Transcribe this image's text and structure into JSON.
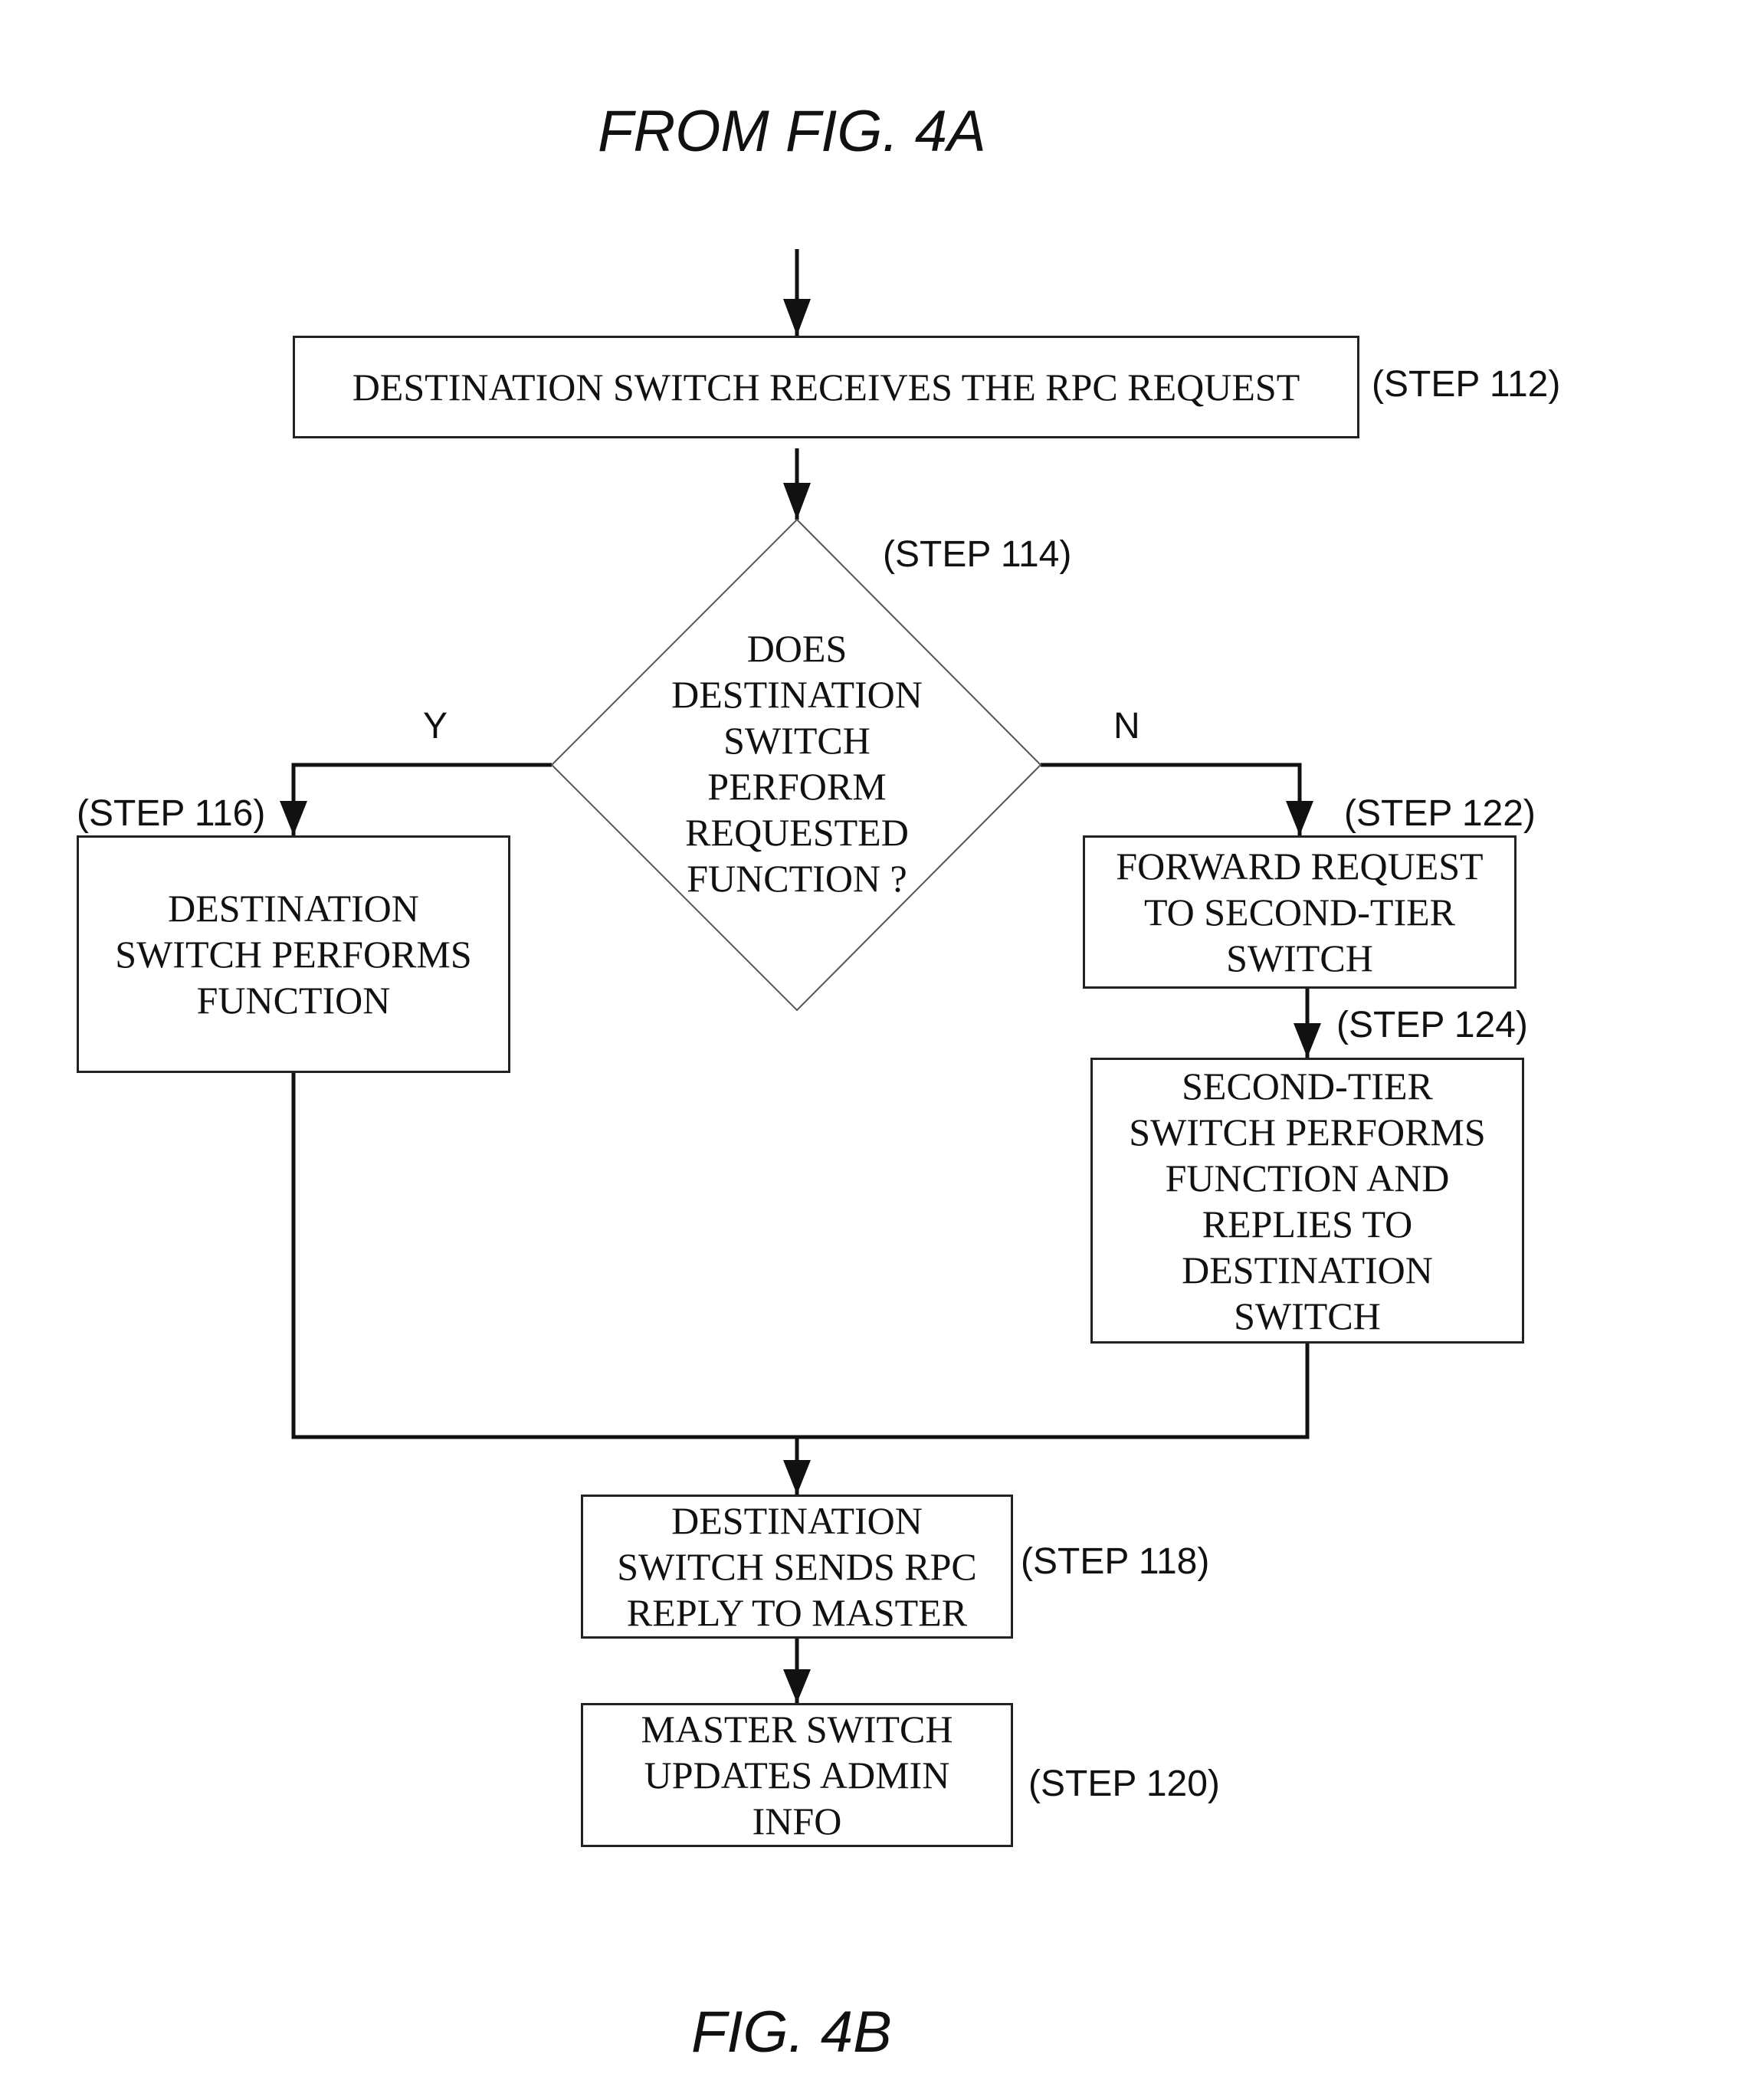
{
  "header": {
    "title": "FROM FIG. 4A"
  },
  "footer": {
    "caption": "FIG. 4B"
  },
  "nodes": {
    "receive": {
      "text": "DESTINATION SWITCH RECEIVES THE RPC REQUEST",
      "step": "(STEP 112)"
    },
    "decision": {
      "text": "DOES\nDESTINATION\nSWITCH\nPERFORM\nREQUESTED\nFUNCTION ?",
      "step": "(STEP 114)"
    },
    "perform": {
      "text": "DESTINATION\nSWITCH PERFORMS\nFUNCTION",
      "step": "(STEP 116)"
    },
    "forward": {
      "text": "FORWARD REQUEST\nTO SECOND-TIER\nSWITCH",
      "step": "(STEP 122)"
    },
    "second_tier": {
      "text": "SECOND-TIER\nSWITCH PERFORMS\nFUNCTION AND\nREPLIES TO\nDESTINATION\nSWITCH",
      "step": "(STEP 124)"
    },
    "reply": {
      "text": "DESTINATION\nSWITCH SENDS RPC\nREPLY TO MASTER",
      "step": "(STEP 118)"
    },
    "update": {
      "text": "MASTER SWITCH\nUPDATES ADMIN\nINFO",
      "step": "(STEP 120)"
    }
  },
  "branches": {
    "yes": "Y",
    "no": "N"
  }
}
